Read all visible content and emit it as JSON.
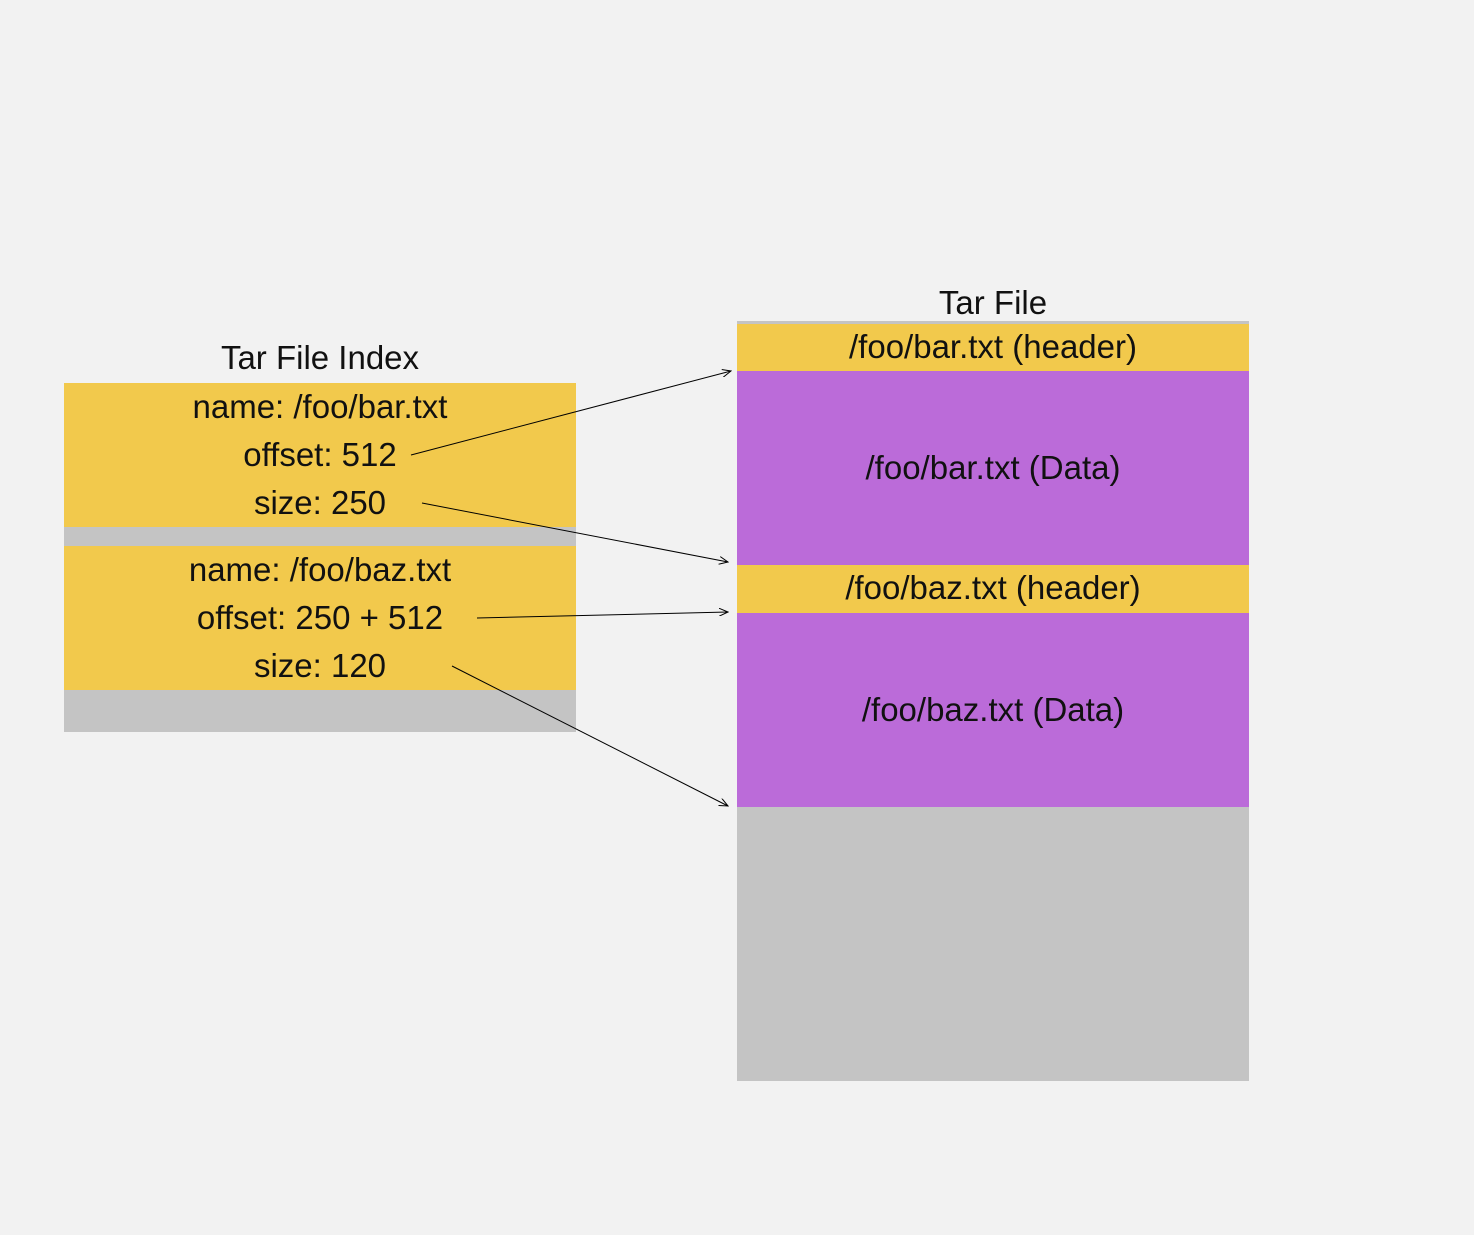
{
  "index": {
    "title": "Tar File Index",
    "entries": [
      {
        "name": "name: /foo/bar.txt",
        "offset": "offset: 512",
        "size": "size: 250"
      },
      {
        "name": "name: /foo/baz.txt",
        "offset": "offset: 250 + 512",
        "size": "size: 120"
      }
    ]
  },
  "tarfile": {
    "title": "Tar File",
    "segments": [
      {
        "label": "/foo/bar.txt (header)",
        "kind": "header"
      },
      {
        "label": "/foo/bar.txt (Data)",
        "kind": "data"
      },
      {
        "label": "/foo/baz.txt (header)",
        "kind": "header"
      },
      {
        "label": "/foo/baz.txt (Data)",
        "kind": "data"
      }
    ]
  },
  "colors": {
    "background": "#f2f2f2",
    "header": "#f2c94c",
    "data": "#bb6bd9",
    "padding": "#c4c4c4",
    "arrow": "#000000"
  }
}
